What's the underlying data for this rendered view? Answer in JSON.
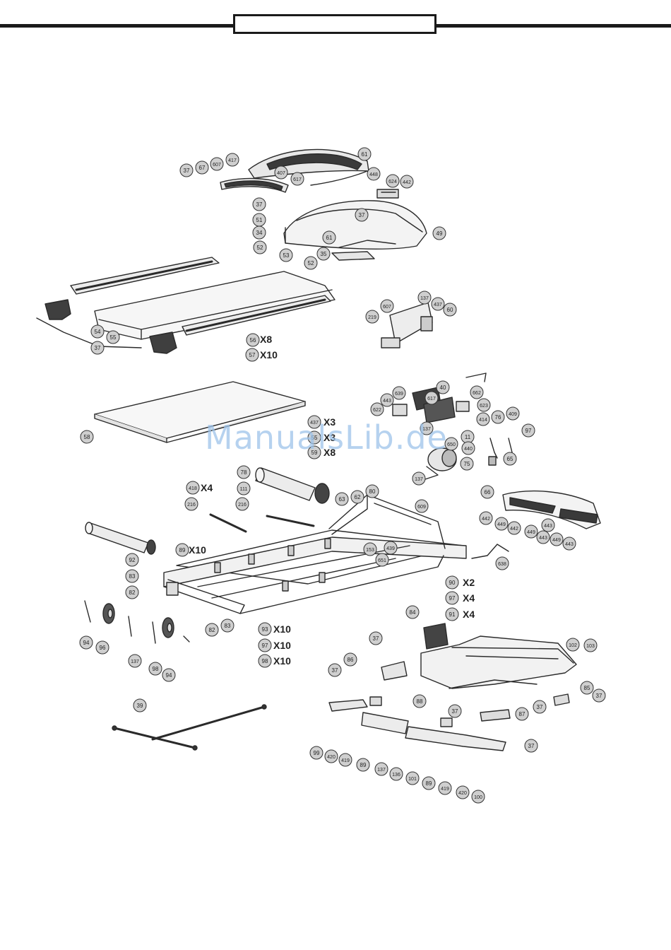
{
  "header": {
    "title": ""
  },
  "watermark": "ManualsLib.de",
  "callouts": [
    {
      "n": "417"
    },
    {
      "n": "61"
    },
    {
      "n": "37"
    },
    {
      "n": "67"
    },
    {
      "n": "607"
    },
    {
      "n": "407"
    },
    {
      "n": "617"
    },
    {
      "n": "448"
    },
    {
      "n": "624"
    },
    {
      "n": "442"
    },
    {
      "n": "37"
    },
    {
      "n": "37"
    },
    {
      "n": "51"
    },
    {
      "n": "34"
    },
    {
      "n": "61"
    },
    {
      "n": "49"
    },
    {
      "n": "52"
    },
    {
      "n": "53"
    },
    {
      "n": "35"
    },
    {
      "n": "52"
    },
    {
      "n": "219"
    },
    {
      "n": "607"
    },
    {
      "n": "137"
    },
    {
      "n": "437"
    },
    {
      "n": "60"
    },
    {
      "n": "54"
    },
    {
      "n": "55"
    },
    {
      "n": "37"
    },
    {
      "n": "56"
    },
    {
      "n": "57"
    },
    {
      "n": "662"
    },
    {
      "n": "58"
    },
    {
      "n": "40"
    },
    {
      "n": "639"
    },
    {
      "n": "617"
    },
    {
      "n": "443"
    },
    {
      "n": "622"
    },
    {
      "n": "623"
    },
    {
      "n": "414"
    },
    {
      "n": "76"
    },
    {
      "n": "409"
    },
    {
      "n": "97"
    },
    {
      "n": "137"
    },
    {
      "n": "650"
    },
    {
      "n": "11"
    },
    {
      "n": "440"
    },
    {
      "n": "437"
    },
    {
      "n": "55"
    },
    {
      "n": "59"
    },
    {
      "n": "65"
    },
    {
      "n": "75"
    },
    {
      "n": "137"
    },
    {
      "n": "78"
    },
    {
      "n": "418"
    },
    {
      "n": "111"
    },
    {
      "n": "216"
    },
    {
      "n": "216"
    },
    {
      "n": "63"
    },
    {
      "n": "62"
    },
    {
      "n": "80"
    },
    {
      "n": "609"
    },
    {
      "n": "66"
    },
    {
      "n": "442"
    },
    {
      "n": "449"
    },
    {
      "n": "442"
    },
    {
      "n": "449"
    },
    {
      "n": "443"
    },
    {
      "n": "449"
    },
    {
      "n": "443"
    },
    {
      "n": "443"
    },
    {
      "n": "638"
    },
    {
      "n": "92"
    },
    {
      "n": "89"
    },
    {
      "n": "439"
    },
    {
      "n": "651"
    },
    {
      "n": "153"
    },
    {
      "n": "83"
    },
    {
      "n": "82"
    },
    {
      "n": "90"
    },
    {
      "n": "97"
    },
    {
      "n": "91"
    },
    {
      "n": "82"
    },
    {
      "n": "83"
    },
    {
      "n": "93"
    },
    {
      "n": "97"
    },
    {
      "n": "98"
    },
    {
      "n": "94"
    },
    {
      "n": "96"
    },
    {
      "n": "137"
    },
    {
      "n": "98"
    },
    {
      "n": "94"
    },
    {
      "n": "84"
    },
    {
      "n": "37"
    },
    {
      "n": "102"
    },
    {
      "n": "103"
    },
    {
      "n": "86"
    },
    {
      "n": "37"
    },
    {
      "n": "85"
    },
    {
      "n": "37"
    },
    {
      "n": "37"
    },
    {
      "n": "37"
    },
    {
      "n": "87"
    },
    {
      "n": "88"
    },
    {
      "n": "39"
    },
    {
      "n": "99"
    },
    {
      "n": "420"
    },
    {
      "n": "419"
    },
    {
      "n": "89"
    },
    {
      "n": "137"
    },
    {
      "n": "136"
    },
    {
      "n": "101"
    },
    {
      "n": "89"
    },
    {
      "n": "419"
    },
    {
      "n": "420"
    },
    {
      "n": "100"
    },
    {
      "n": "37"
    }
  ],
  "quantity_labels": [
    {
      "t": "X8"
    },
    {
      "t": "X10"
    },
    {
      "t": "X3"
    },
    {
      "t": "X3"
    },
    {
      "t": "X8"
    },
    {
      "t": "X4"
    },
    {
      "t": "X10"
    },
    {
      "t": "X2"
    },
    {
      "t": "X4"
    },
    {
      "t": "X4"
    },
    {
      "t": "X10"
    },
    {
      "t": "X10"
    },
    {
      "t": "X10"
    }
  ]
}
